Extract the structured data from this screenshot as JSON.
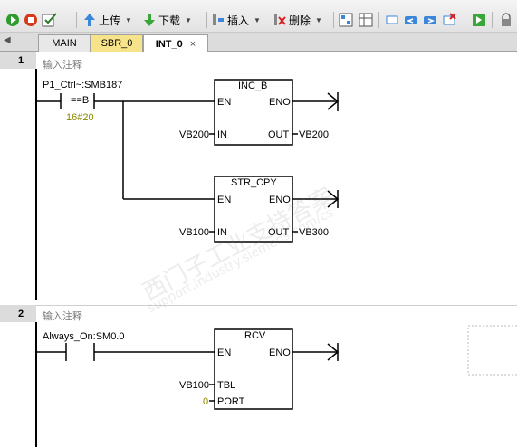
{
  "toolbar": {
    "upload_label": "上传",
    "download_label": "下载",
    "insert_label": "插入",
    "delete_label": "删除"
  },
  "tabs": [
    {
      "label": "MAIN",
      "active": false
    },
    {
      "label": "SBR_0",
      "active": false
    },
    {
      "label": "INT_0",
      "active": true
    }
  ],
  "networks": [
    {
      "number": "1",
      "comment": "输入注释",
      "contact_operand": "P1_Ctrl~:SMB187",
      "contact_op": "==B",
      "contact_value": "16#20",
      "boxes": [
        {
          "name": "INC_B",
          "en": "EN",
          "eno": "ENO",
          "in_label": "IN",
          "out_label": "OUT",
          "in_operand": "VB200",
          "out_operand": "VB200"
        },
        {
          "name": "STR_CPY",
          "en": "EN",
          "eno": "ENO",
          "in_label": "IN",
          "out_label": "OUT",
          "in_operand": "VB100",
          "out_operand": "VB300"
        }
      ]
    },
    {
      "number": "2",
      "comment": "输入注释",
      "contact_operand": "Always_On:SM0.0",
      "boxes": [
        {
          "name": "RCV",
          "en": "EN",
          "eno": "ENO",
          "tbl_label": "TBL",
          "port_label": "PORT",
          "tbl_operand": "VB100",
          "port_operand": "0"
        }
      ]
    }
  ],
  "watermark": {
    "line1": "西门子工业支持答案",
    "line2": "support.industry.siemens.com/cs"
  }
}
